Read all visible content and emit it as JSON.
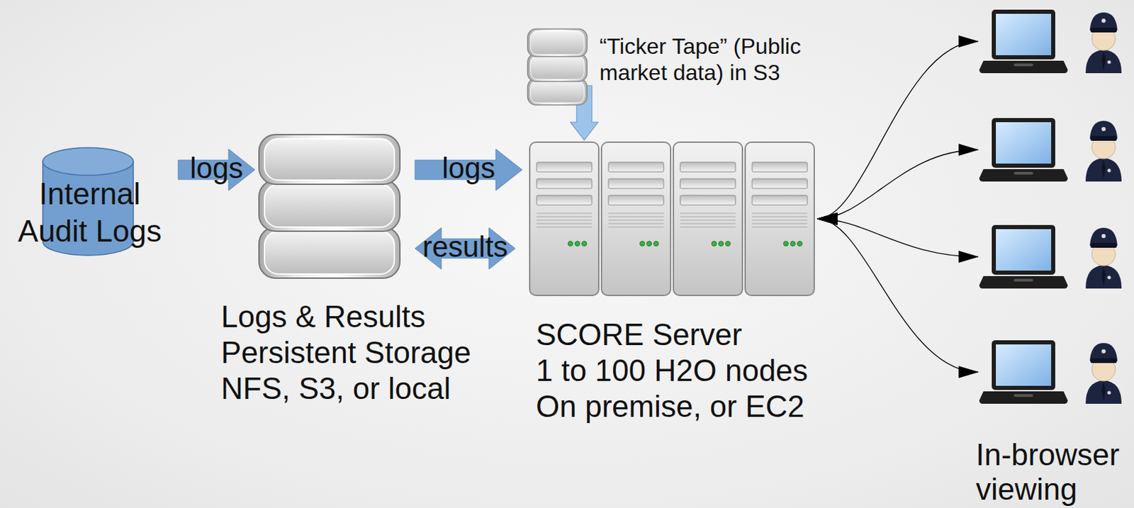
{
  "diagram": {
    "nodes": [
      {
        "text": [
          "Internal Audit Logs"
        ]
      },
      {
        "text": [
          "Logs & Results Persistent Storage NFS, S3, or local"
        ]
      },
      {
        "text": [
          "“Ticker Tape” (Public market data) in S3"
        ]
      },
      {
        "text": [
          "SCORE Server",
          "1 to 100 H2O nodes On premise, or EC2"
        ]
      },
      {
        "text": []
      },
      {
        "text": []
      },
      {
        "text": []
      },
      {
        "text": [
          "In-browser viewing"
        ]
      }
    ],
    "edges": [
      {
        "from": 0,
        "to": 1,
        "label": "logs",
        "arrow": "to"
      },
      {
        "from": 1,
        "to": 3,
        "label": "logs",
        "arrow": "to"
      },
      {
        "from": 1,
        "to": 3,
        "label": "results",
        "arrow": "both"
      },
      {
        "from": 2,
        "to": 3,
        "arrow": "to"
      },
      {
        "from": 3,
        "to": 4,
        "arrow": "both"
      },
      {
        "from": 3,
        "to": 5,
        "arrow": "both"
      },
      {
        "from": 3,
        "to": 6,
        "arrow": "both"
      },
      {
        "from": 3,
        "to": 7,
        "arrow": "both"
      }
    ]
  }
}
